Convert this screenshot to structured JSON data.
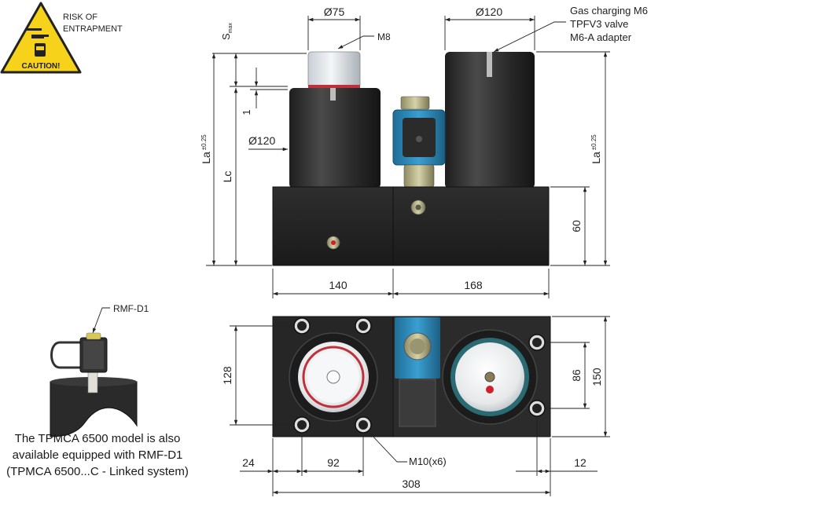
{
  "warning": {
    "line1": "RISK OF",
    "line2": "ENTRAPMENT",
    "caution": "CAUTION!"
  },
  "front_view": {
    "dia_left_top": "Ø75",
    "dia_right_top": "Ø120",
    "thread": "M8",
    "gas_line1": "Gas charging M6",
    "gas_line2": "TPFV3 valve",
    "gas_line3": "M6-A adapter",
    "s_max": "S",
    "s_max_sub": "max",
    "one": "1",
    "dia_left_body": "Ø120",
    "la": "La",
    "la_tol": "±0.25",
    "lc": "Lc",
    "height_60": "60",
    "width_left": "140",
    "width_right": "168"
  },
  "top_view": {
    "dim_128": "128",
    "dim_86": "86",
    "dim_150": "150",
    "dim_24": "24",
    "dim_92": "92",
    "dim_12": "12",
    "dim_308": "308",
    "bolts": "M10(x6)"
  },
  "accessory": {
    "label": "RMF-D1",
    "caption_line1": "The TPMCA 6500 model is also",
    "caption_line2": "available equipped with RMF-D1",
    "caption_line3": "(TPMCA 6500...C - Linked system)"
  }
}
